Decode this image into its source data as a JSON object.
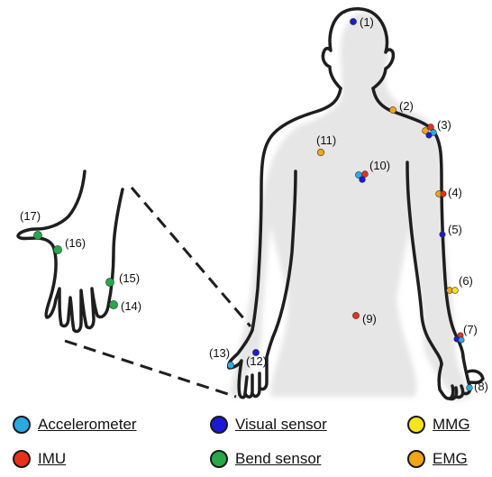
{
  "colors": {
    "accelerometer": "#29abe2",
    "imu": "#e8311a",
    "visual": "#1a1ad6",
    "bend": "#27a84a",
    "mmg": "#f7e51a",
    "emg": "#f2a516"
  },
  "labels": {
    "p1": "(1)",
    "p2": "(2)",
    "p3": "(3)",
    "p4": "(4)",
    "p5": "(5)",
    "p6": "(6)",
    "p7": "(7)",
    "p8": "(8)",
    "p9": "(9)",
    "p10": "(10)",
    "p11": "(11)",
    "p12": "(12)",
    "p13": "(13)",
    "p14": "(14)",
    "p15": "(15)",
    "p16": "(16)",
    "p17": "(17)"
  },
  "legend": {
    "accelerometer": "Accelerometer",
    "imu": "IMU",
    "visual": "Visual sensor",
    "bend": "Bend sensor",
    "mmg": "MMG",
    "emg": "EMG"
  }
}
